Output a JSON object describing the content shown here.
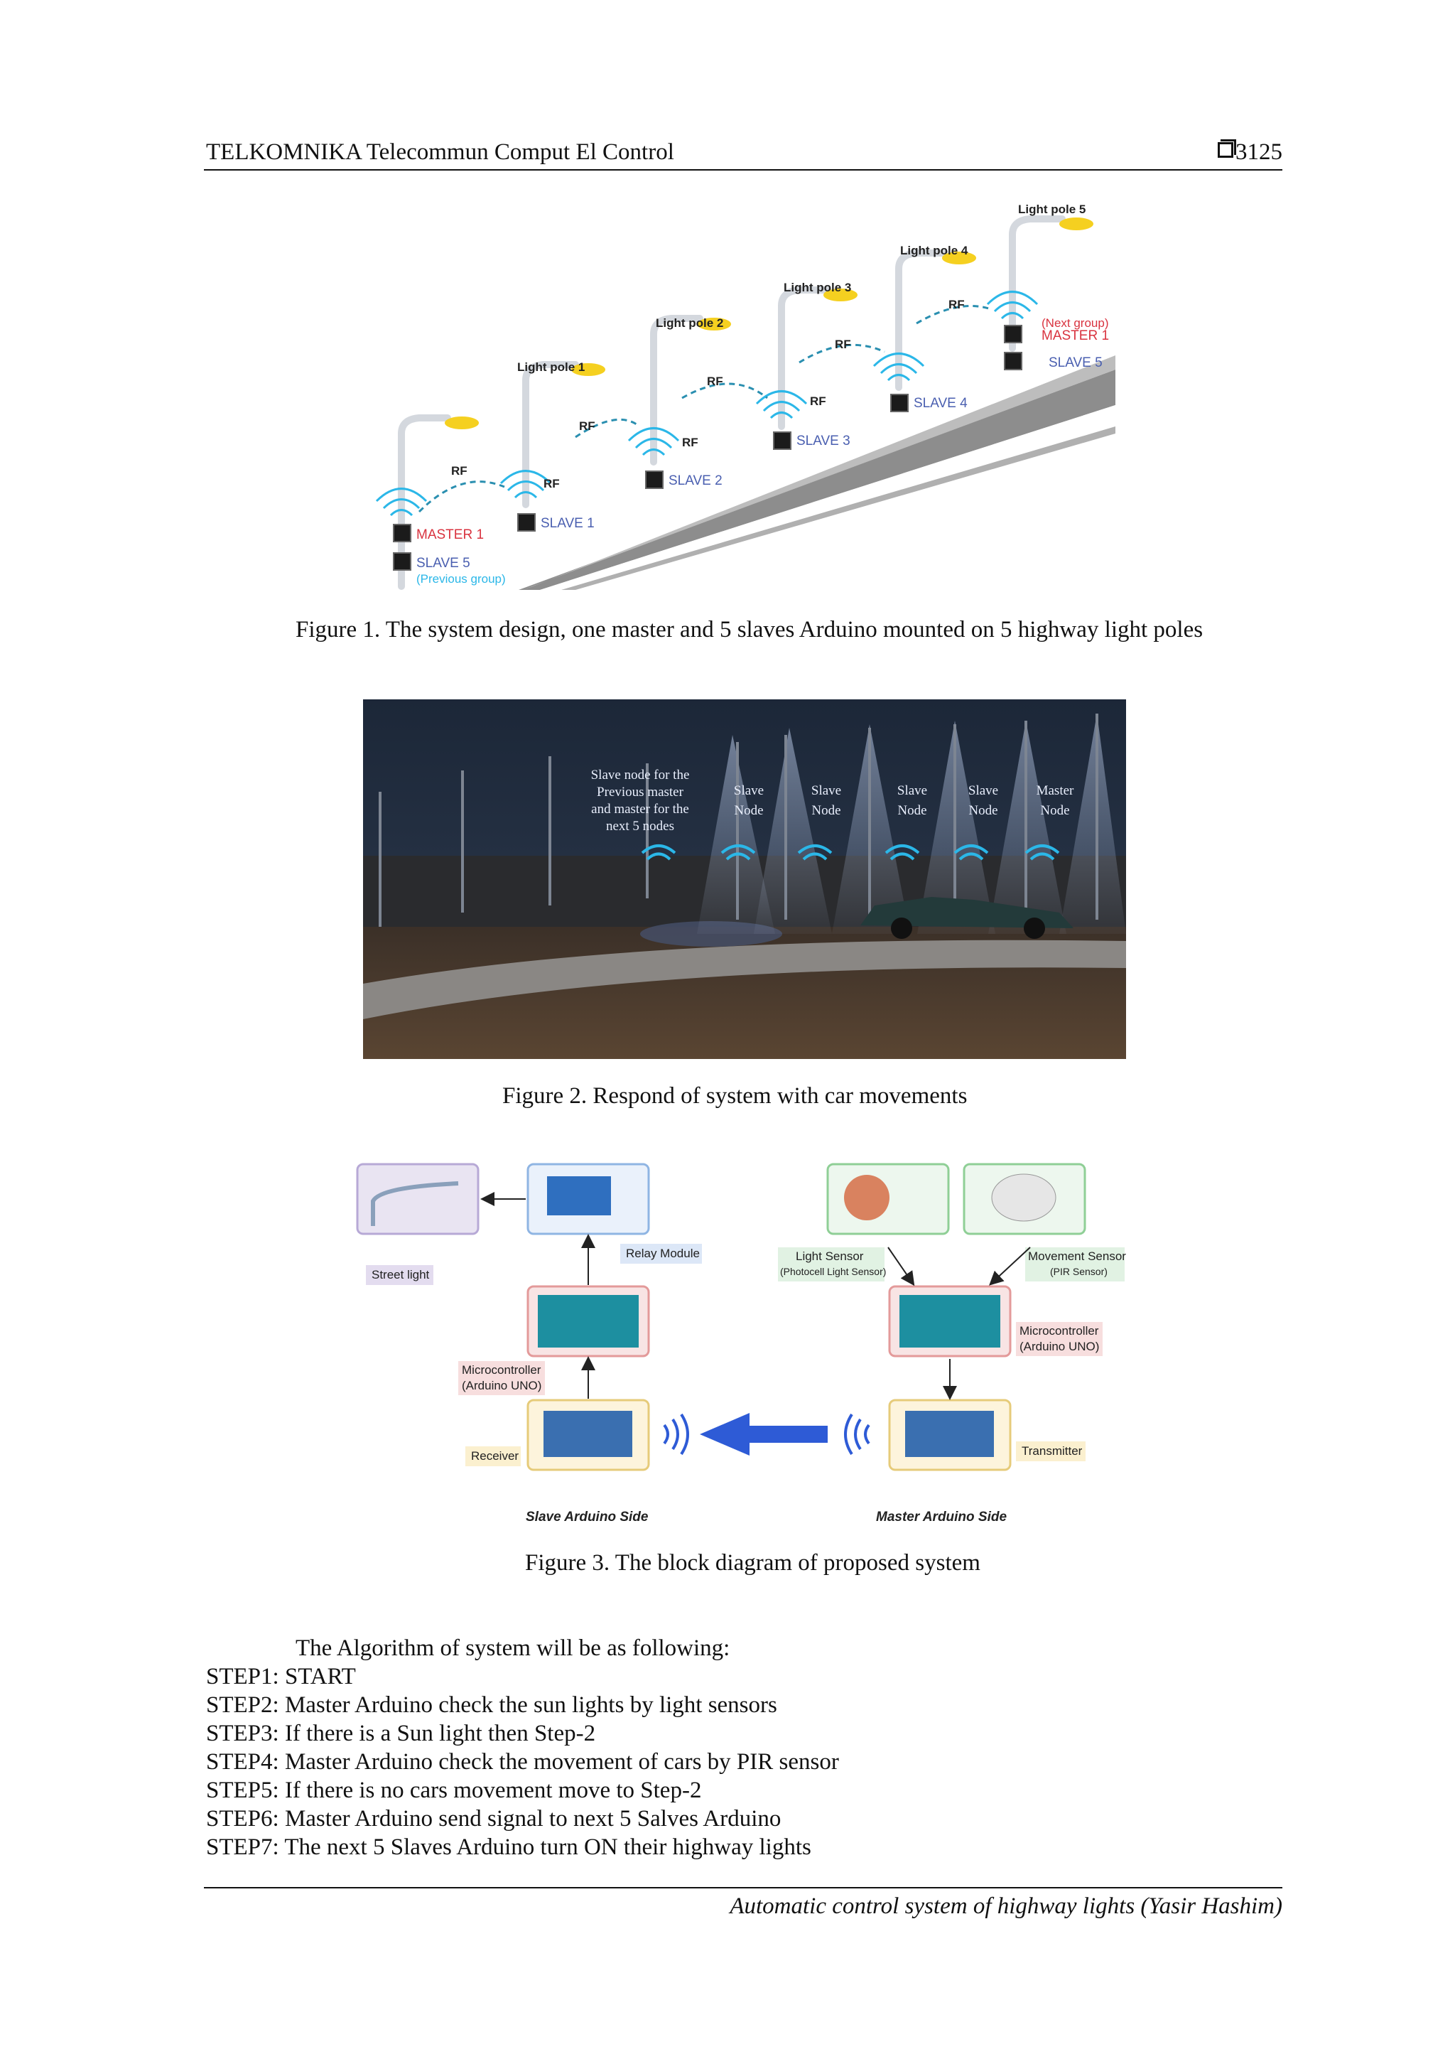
{
  "header": {
    "journal": "TELKOMNIKA Telecommun Comput El Control",
    "page_number": "3125"
  },
  "figure1": {
    "labels": {
      "pole1": "Light pole 1",
      "pole2": "Light pole 2",
      "pole3": "Light pole 3",
      "pole4": "Light pole 4",
      "pole5": "Light pole 5",
      "rf": "RF",
      "master1": "MASTER 1",
      "slave5": "SLAVE 5",
      "previous_group": "(Previous group)",
      "slave1": "SLAVE 1",
      "slave2": "SLAVE 2",
      "slave3": "SLAVE 3",
      "slave4": "SLAVE 4",
      "next_group": "(Next group)",
      "master1_next": "MASTER 1",
      "slave5_next": "SLAVE 5"
    },
    "caption": "Figure 1. The system design, one master and 5 slaves Arduino mounted on 5 highway light poles"
  },
  "figure2": {
    "slave_prev_lines": [
      "Slave node for the",
      "Previous master",
      "and master for the",
      "next 5 nodes"
    ],
    "slave_line1": "Slave",
    "slave_line2": "Node",
    "master_line1": "Master",
    "master_line2": "Node",
    "caption": "Figure 2. Respond of system with car movements"
  },
  "figure3": {
    "street_light": "Street light",
    "relay_module": "Relay Module",
    "microcontroller": "Microcontroller",
    "arduino_uno": "(Arduino UNO)",
    "receiver": "Receiver",
    "light_sensor": "Light Sensor",
    "photocell": "(Photocell Light Sensor)",
    "movement_sensor": "Movement Sensor",
    "pir": "(PIR Sensor)",
    "transmitter": "Transmitter",
    "slave_side": "Slave Arduino Side",
    "master_side": "Master Arduino Side",
    "caption": "Figure 3. The block diagram of proposed system"
  },
  "algorithm": {
    "intro": "The Algorithm of system will be as following:",
    "steps": [
      "STEP1: START",
      "STEP2: Master Arduino check the sun lights by light sensors",
      "STEP3: If there is a Sun light then Step-2",
      "STEP4: Master Arduino check the movement of cars by PIR sensor",
      "STEP5: If there is no cars movement move to Step-2",
      "STEP6: Master Arduino send signal to next 5 Salves Arduino",
      "STEP7: The next 5 Slaves Arduino turn ON their highway lights"
    ]
  },
  "footer": {
    "text": "Automatic control system of highway lights (Yasir Hashim)"
  },
  "colors": {
    "master_red": "#d9333f",
    "slave_blue": "#4a5fb0",
    "rf_teal": "#2a8fb0",
    "wifi_blue": "#2bb7e8",
    "arrow_blue": "#2e5bd6"
  }
}
